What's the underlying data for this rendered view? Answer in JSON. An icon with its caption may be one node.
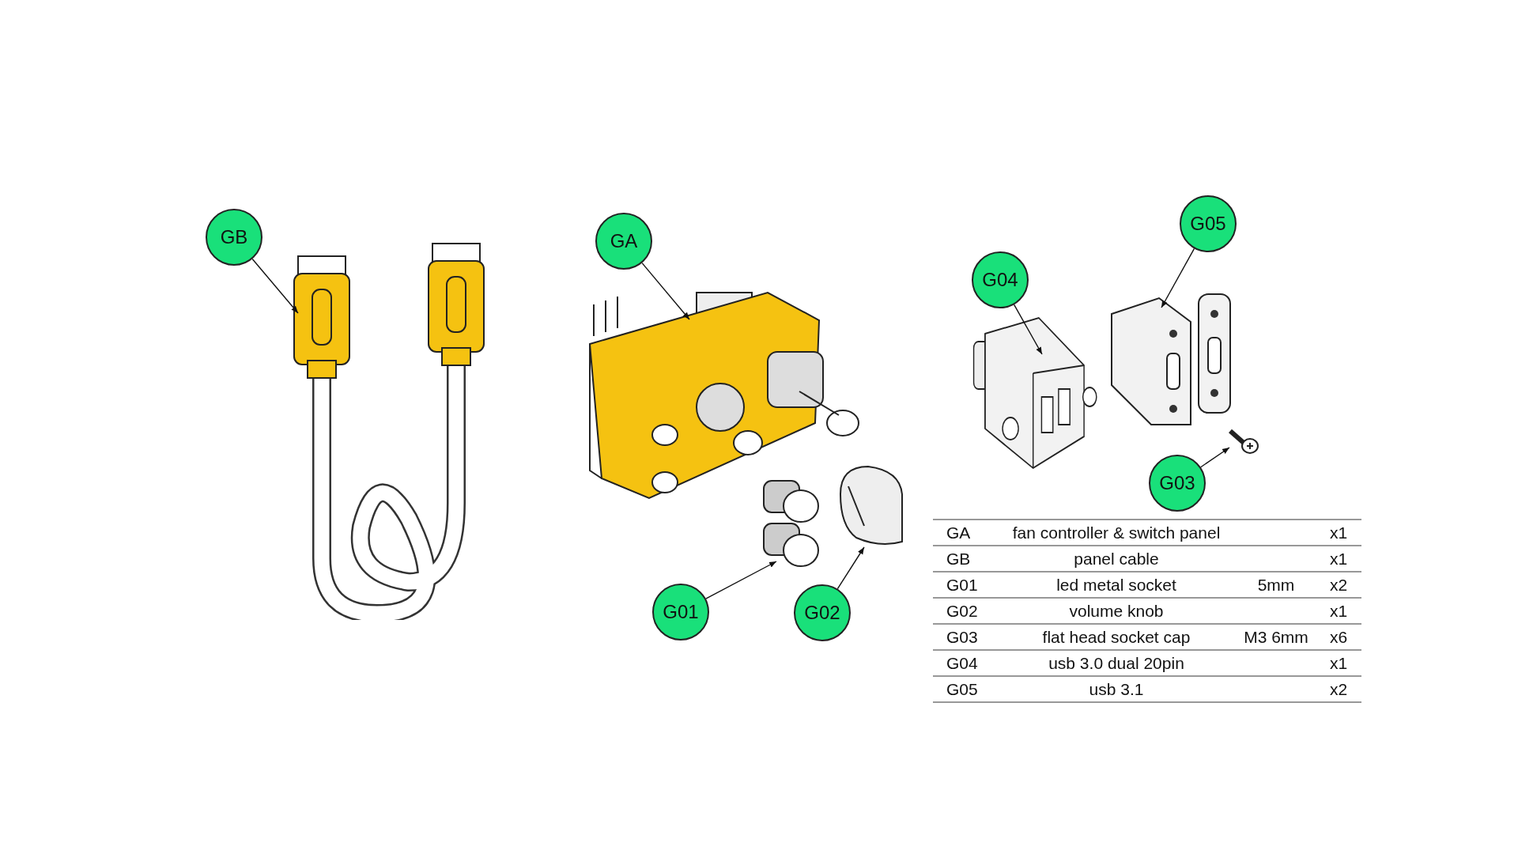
{
  "diagram": {
    "nodes": [
      {
        "text": [
          "GB"
        ]
      },
      {
        "text": [],
        "shape": "picture"
      },
      {
        "text": [
          "GA"
        ]
      },
      {
        "text": [],
        "shape": "picture"
      },
      {
        "text": [
          "G05"
        ]
      },
      {
        "text": [
          "G04"
        ]
      },
      {
        "text": [],
        "shape": "picture"
      },
      {
        "text": [],
        "shape": "picture"
      },
      {
        "text": [
          "G03"
        ]
      },
      {
        "text": [],
        "shape": "picture"
      },
      {
        "text": [
          "G01"
        ]
      },
      {
        "text": [],
        "shape": "picture"
      },
      {
        "text": [
          "G02"
        ]
      },
      {
        "text": [],
        "shape": "picture"
      }
    ],
    "edges": [
      {
        "from": 0,
        "to": 1,
        "arrow": "to"
      },
      {
        "from": 2,
        "to": 3,
        "arrow": "to"
      },
      {
        "from": 4,
        "to": 7,
        "arrow": "to"
      },
      {
        "from": 5,
        "to": 6,
        "arrow": "to"
      },
      {
        "from": 8,
        "to": 9,
        "arrow": "to"
      },
      {
        "from": 10,
        "to": 11,
        "arrow": "to"
      },
      {
        "from": 12,
        "to": 13,
        "arrow": "to"
      }
    ],
    "labels": [
      "GA",
      "fan controller & switch panel",
      "x1",
      "GB",
      "panel cable",
      "x1",
      "G01",
      "led metal socket",
      "5mm",
      "x2",
      "G02",
      "volume knob",
      "x1",
      "G03",
      "flat head socket cap",
      "M3 6mm",
      "x6",
      "G04",
      "usb 3.0 dual 20pin",
      "x1",
      "G05",
      "usb 3.1",
      "x2"
    ]
  }
}
